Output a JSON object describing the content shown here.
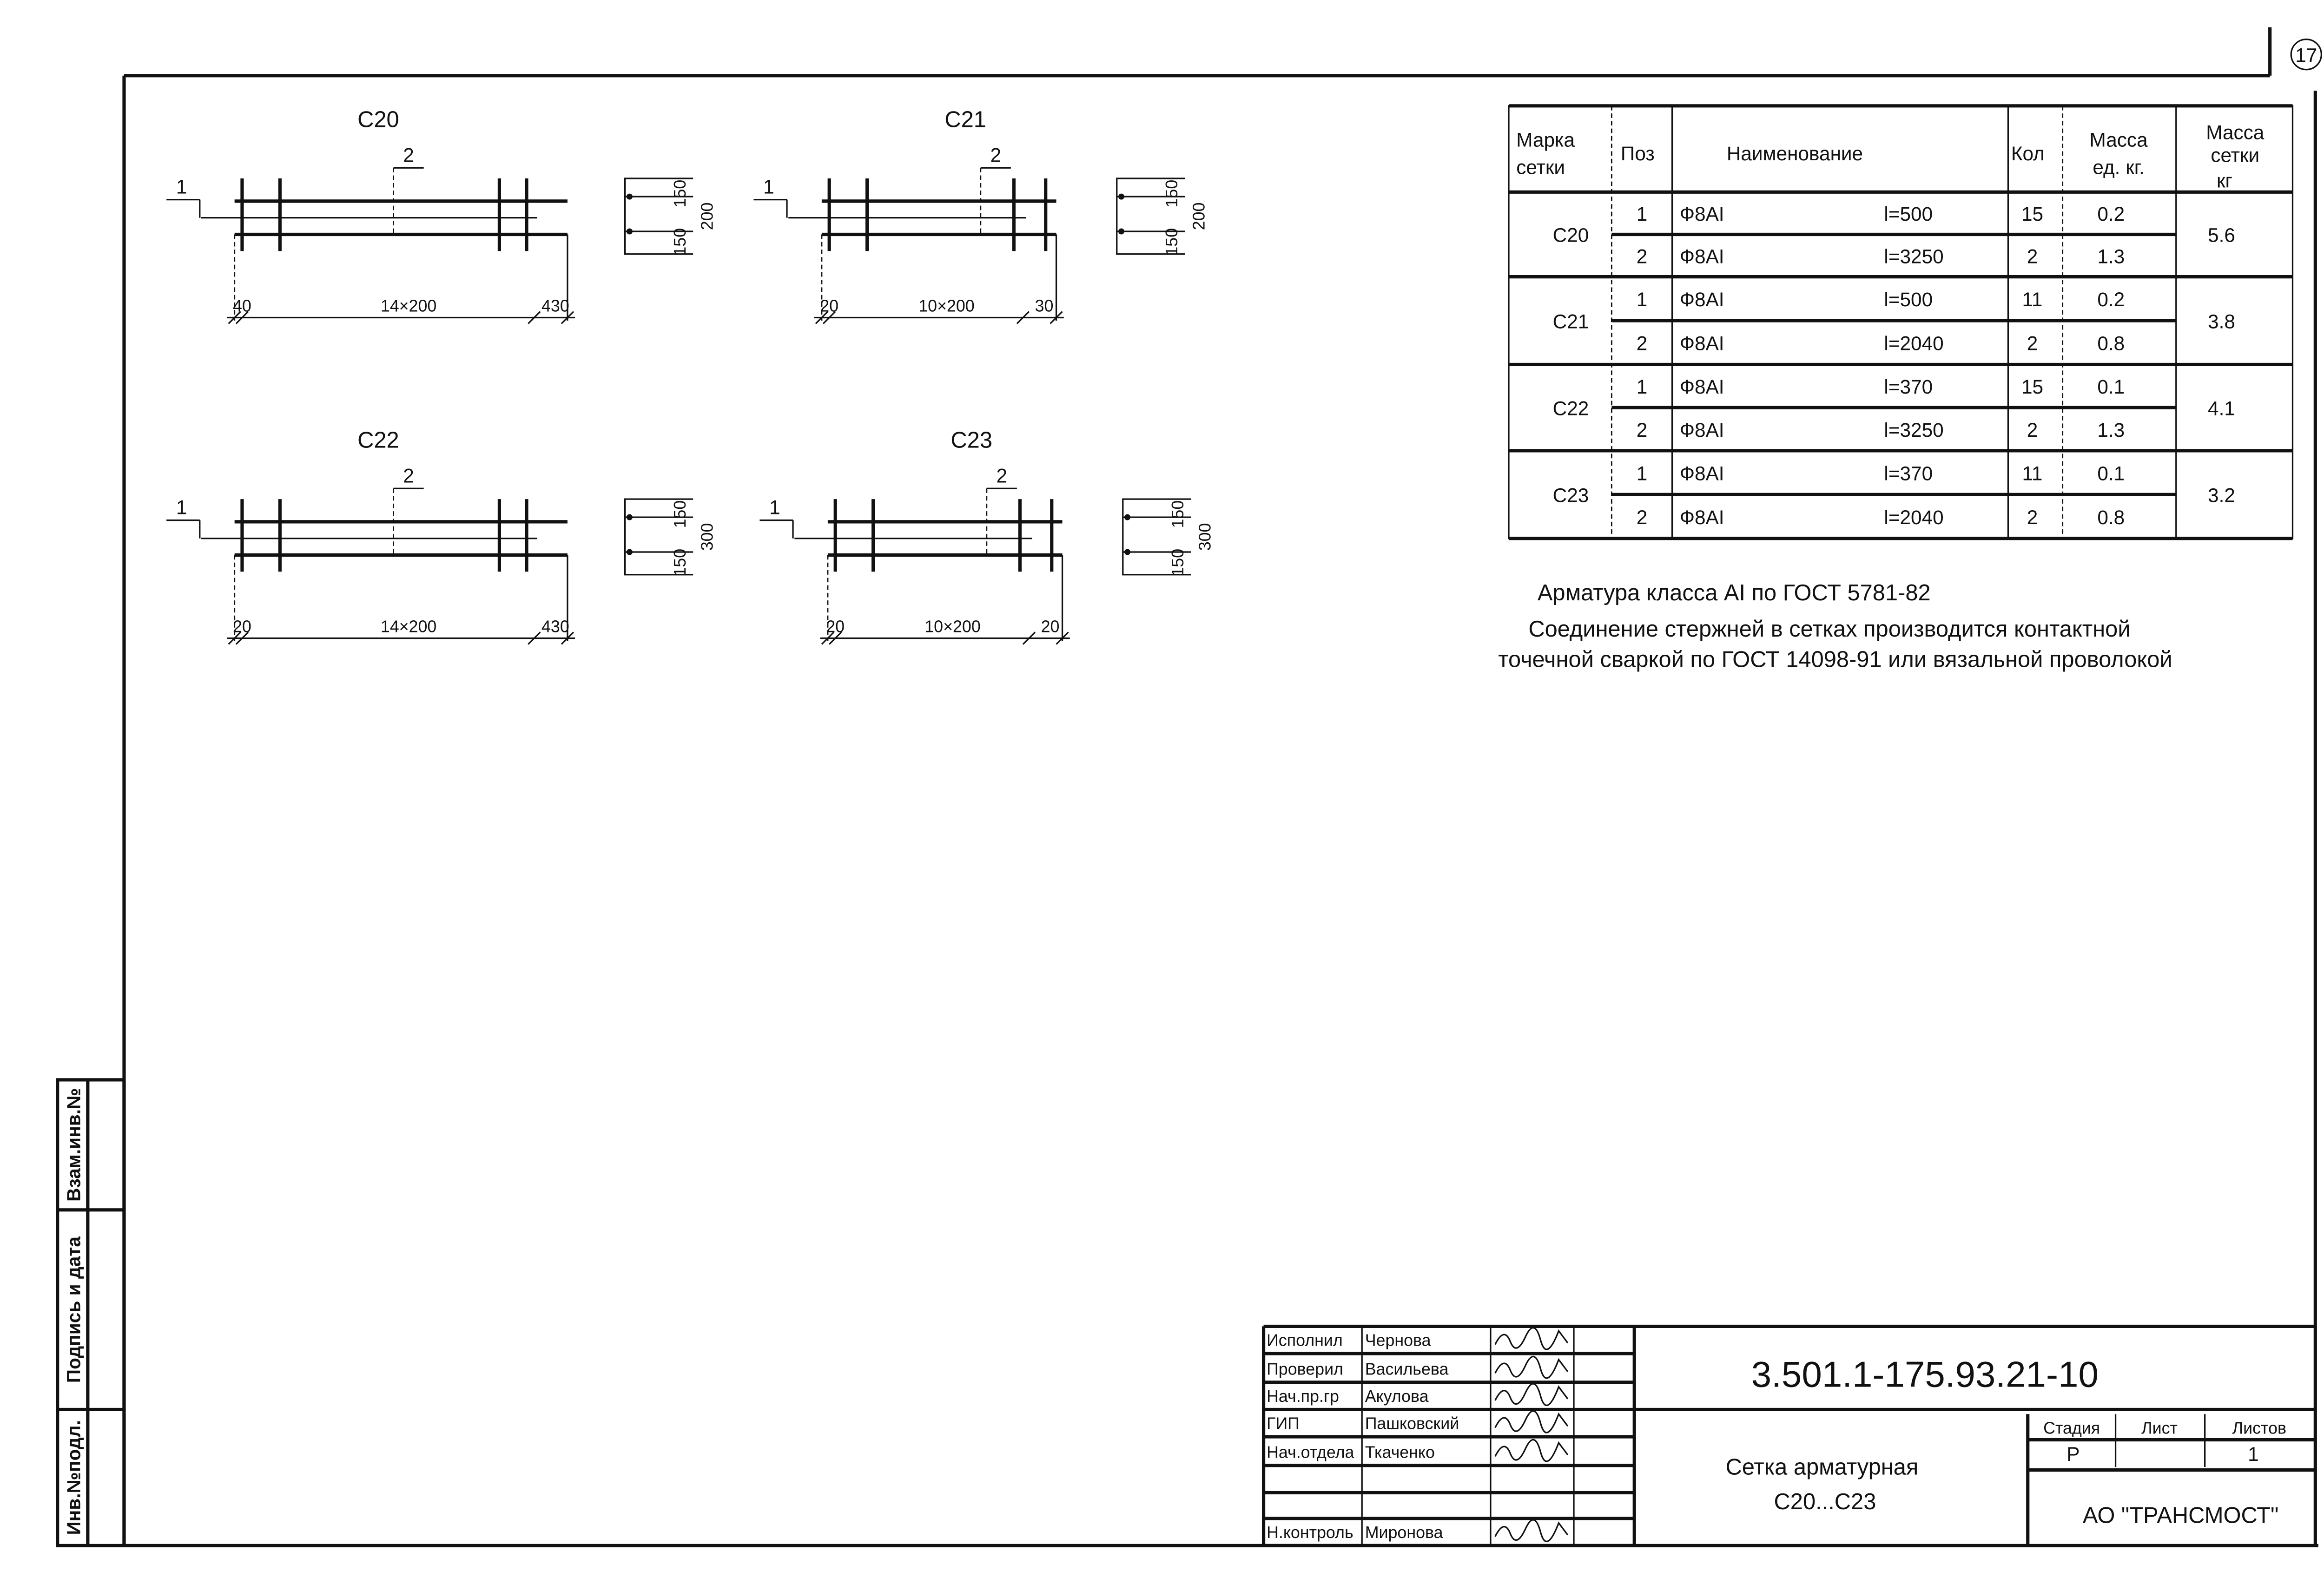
{
  "sheet_number": "17",
  "drawings": [
    {
      "title": "С20",
      "pos1": "1",
      "pos2": "2",
      "dim_left": "40",
      "dim_mid": "14×200",
      "dim_right": "430",
      "sec_top": "150",
      "sec_bottom": "150",
      "sec_total": "200"
    },
    {
      "title": "С21",
      "pos1": "1",
      "pos2": "2",
      "dim_left": "20",
      "dim_mid": "10×200",
      "dim_right": "30",
      "sec_top": "150",
      "sec_bottom": "150",
      "sec_total": "200"
    },
    {
      "title": "С22",
      "pos1": "1",
      "pos2": "2",
      "dim_left": "20",
      "dim_mid": "14×200",
      "dim_right": "430",
      "sec_top": "150",
      "sec_bottom": "150",
      "sec_total": "300"
    },
    {
      "title": "С23",
      "pos1": "1",
      "pos2": "2",
      "dim_left": "20",
      "dim_mid": "10×200",
      "dim_right": "20",
      "sec_top": "150",
      "sec_bottom": "150",
      "sec_total": "300"
    }
  ],
  "table": {
    "headers": {
      "mark": [
        "Марка",
        "сетки"
      ],
      "pos": "Поз",
      "name": "Наименование",
      "qty": "Кол",
      "unit_mass": [
        "Масса",
        "ед. кг."
      ],
      "total_mass": [
        "Масса",
        "сетки",
        "кг"
      ]
    },
    "groups": [
      {
        "mark": "С20",
        "total_mass": "5.6",
        "items": [
          {
            "pos": "1",
            "name": "Ф8АI",
            "length": "l=500",
            "qty": "15",
            "unit_mass": "0.2"
          },
          {
            "pos": "2",
            "name": "Ф8АI",
            "length": "l=3250",
            "qty": "2",
            "unit_mass": "1.3"
          }
        ]
      },
      {
        "mark": "С21",
        "total_mass": "3.8",
        "items": [
          {
            "pos": "1",
            "name": "Ф8АI",
            "length": "l=500",
            "qty": "11",
            "unit_mass": "0.2"
          },
          {
            "pos": "2",
            "name": "Ф8АI",
            "length": "l=2040",
            "qty": "2",
            "unit_mass": "0.8"
          }
        ]
      },
      {
        "mark": "С22",
        "total_mass": "4.1",
        "items": [
          {
            "pos": "1",
            "name": "Ф8АI",
            "length": "l=370",
            "qty": "15",
            "unit_mass": "0.1"
          },
          {
            "pos": "2",
            "name": "Ф8АI",
            "length": "l=3250",
            "qty": "2",
            "unit_mass": "1.3"
          }
        ]
      },
      {
        "mark": "С23",
        "total_mass": "3.2",
        "items": [
          {
            "pos": "1",
            "name": "Ф8АI",
            "length": "l=370",
            "qty": "11",
            "unit_mass": "0.1"
          },
          {
            "pos": "2",
            "name": "Ф8АI",
            "length": "l=2040",
            "qty": "2",
            "unit_mass": "0.8"
          }
        ]
      }
    ]
  },
  "notes": [
    "Арматура класса АI по ГОСТ 5781-82",
    "Соединение стержней в сетках производится контактной",
    "точечной сваркой по ГОСТ 14098-91 или вязальной проволокой"
  ],
  "side_stamp": {
    "replaced_inv": "Взам.инв.№",
    "signature_date": "Подпись и дата",
    "orig_inv": "Инв.№подл."
  },
  "title_block": {
    "staff": [
      {
        "role": "Исполнил",
        "name": "Чернова",
        "signature": "Чернова"
      },
      {
        "role": "Проверил",
        "name": "Васильева",
        "signature": "Васильева"
      },
      {
        "role": "Нач.пр.гр",
        "name": "Акулова",
        "signature": "Акулова"
      },
      {
        "role": "ГИП",
        "name": "Пашковский",
        "signature": "Пашковский"
      },
      {
        "role": "Нач.отдела",
        "name": "Ткаченко",
        "signature": "Ткаченко"
      },
      {
        "role": "",
        "name": "",
        "signature": ""
      },
      {
        "role": "",
        "name": "",
        "signature": ""
      },
      {
        "role": "Н.контроль",
        "name": "Миронова",
        "signature": "Акулова"
      }
    ],
    "document_code": "3.501.1-175.93.21-10",
    "title_line1": "Сетка арматурная",
    "title_line2": "С20...С23",
    "stage_label": "Стадия",
    "sheet_label": "Лист",
    "sheets_label": "Листов",
    "stage": "Р",
    "sheet": "",
    "sheets": "1",
    "organization": "АО \"ТРАНСМОСТ\""
  }
}
